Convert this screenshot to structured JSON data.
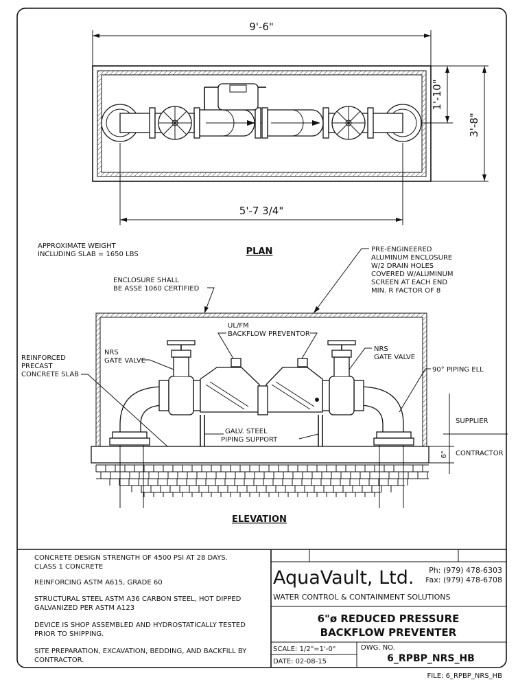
{
  "plan": {
    "dim_overall_length": "9'-6\"",
    "dim_depth": "3'-8\"",
    "dim_pipe_offset": "1'-10\"",
    "dim_pipe_length": "5'-7 3/4\"",
    "title": "PLAN"
  },
  "notes": {
    "weight_line1": "APPROXIMATE WEIGHT",
    "weight_line2": "INCLUDING SLAB = 1650 LBS",
    "enclosure_line1": "PRE-ENGINEERED",
    "enclosure_line2": "ALUMINUM ENCLOSURE",
    "enclosure_line3": "W/2 DRAIN HOLES",
    "enclosure_line4": "COVERED W/ALUMINUM",
    "enclosure_line5": "SCREEN AT EACH END",
    "enclosure_line6": "MIN. R FACTOR OF 8",
    "asse_line1": "ENCLOSURE SHALL",
    "asse_line2": "BE ASSE 1060 CERTIFIED"
  },
  "elevation": {
    "title": "ELEVATION",
    "backflow_line1": "UL/FM",
    "backflow_line2": "BACKFLOW PREVENTOR",
    "slab_line1": "REINFORCED",
    "slab_line2": "PRECAST",
    "slab_line3": "CONCRETE SLAB",
    "nrs_left_line1": "NRS",
    "nrs_left_line2": "GATE VALVE",
    "nrs_right_line1": "NRS",
    "nrs_right_line2": "GATE VALVE",
    "elbow": "90° PIPING ELL",
    "support_line1": "GALV. STEEL",
    "support_line2": "PIPING SUPPORT",
    "supplier": "SUPPLIER",
    "contractor": "CONTRACTOR",
    "dim_slab": "6\""
  },
  "specs": {
    "s1_line1": "CONCRETE DESIGN STRENGTH OF 4500 PSI AT 28 DAYS.",
    "s1_line2": "CLASS 1 CONCRETE",
    "s2": "REINFORCING ASTM A615, GRADE 60",
    "s3_line1": "STRUCTURAL STEEL ASTM A36 CARBON STEEL, HOT DIPPED",
    "s3_line2": "GALVANIZED PER ASTM A123",
    "s4_line1": "DEVICE IS SHOP ASSEMBLED AND HYDROSTATICALLY TESTED",
    "s4_line2": "PRIOR TO SHIPPING.",
    "s5_line1": "SITE PREPARATION, EXCAVATION, BEDDING, AND BACKFILL BY",
    "s5_line2": "CONTRACTOR."
  },
  "titleblock": {
    "company": "AquaVault, Ltd.",
    "phone": "Ph: (979)  478-6303",
    "fax": "Fax: (979)  478-6708",
    "tagline": "WATER CONTROL & CONTAINMENT SOLUTIONS",
    "title_line1": "6\"ø REDUCED PRESSURE",
    "title_line2": "BACKFLOW PREVENTER",
    "scale": "SCALE:  1/2\"=1'-0\"",
    "date": "DATE:    02-08-15",
    "dwg_label": "DWG. NO.",
    "dwg_no": "6_RPBP_NRS_HB",
    "file": "FILE:  6_RPBP_NRS_HB"
  }
}
